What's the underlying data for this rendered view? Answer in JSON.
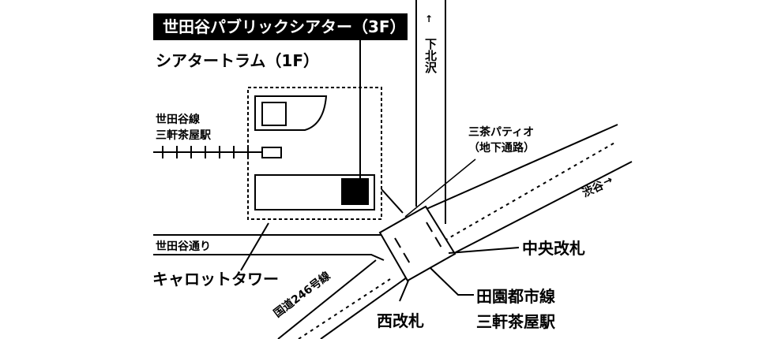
{
  "labels": {
    "theater": "世田谷パブリックシアター（3F）",
    "theater_tram": "シアタートラム（1F）",
    "setagaya_line": "世田谷線",
    "sangenjaya_station_small": "三軒茶屋駅",
    "shimokitazawa": "下北沢",
    "arrow_up": "↑",
    "patio_line1": "三茶パティオ",
    "patio_line2": "（地下通路）",
    "shibuya": "渋谷",
    "arrow_right": "→",
    "setagaya_dori": "世田谷通り",
    "carrot_tower": "キャロットタワー",
    "central_gate": "中央改札",
    "route246": "国道246号線",
    "west_gate": "西改札",
    "denentoshi_line": "田園都市線",
    "sangenjaya_station": "三軒茶屋駅"
  },
  "colors": {
    "ink": "#000000",
    "paper": "#ffffff"
  }
}
